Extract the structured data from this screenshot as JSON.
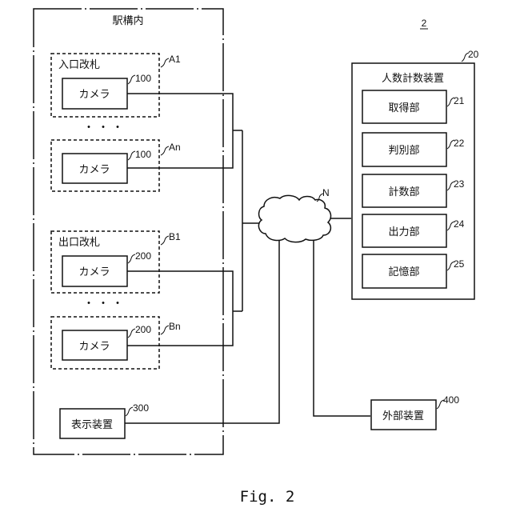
{
  "figure": {
    "system_ref": "2",
    "caption": "Fig. 2"
  },
  "station": {
    "title": "駅構内",
    "entrance_gate_label": "入口改札",
    "exit_gate_label": "出口改札",
    "ellipsis": "・・・",
    "groups": [
      {
        "ref": "A1",
        "camera_label": "カメラ",
        "camera_ref": "100"
      },
      {
        "ref": "An",
        "camera_label": "カメラ",
        "camera_ref": "100"
      },
      {
        "ref": "B1",
        "camera_label": "カメラ",
        "camera_ref": "200"
      },
      {
        "ref": "Bn",
        "camera_label": "カメラ",
        "camera_ref": "200"
      }
    ],
    "display": {
      "label": "表示装置",
      "ref": "300"
    }
  },
  "network": {
    "ref": "N",
    "icon": "cloud-icon"
  },
  "counter": {
    "title": "人数計数装置",
    "ref": "20",
    "units": [
      {
        "label": "取得部",
        "ref": "21"
      },
      {
        "label": "判別部",
        "ref": "22"
      },
      {
        "label": "計数部",
        "ref": "23"
      },
      {
        "label": "出力部",
        "ref": "24"
      },
      {
        "label": "記憶部",
        "ref": "25"
      }
    ]
  },
  "external": {
    "label": "外部装置",
    "ref": "400"
  }
}
